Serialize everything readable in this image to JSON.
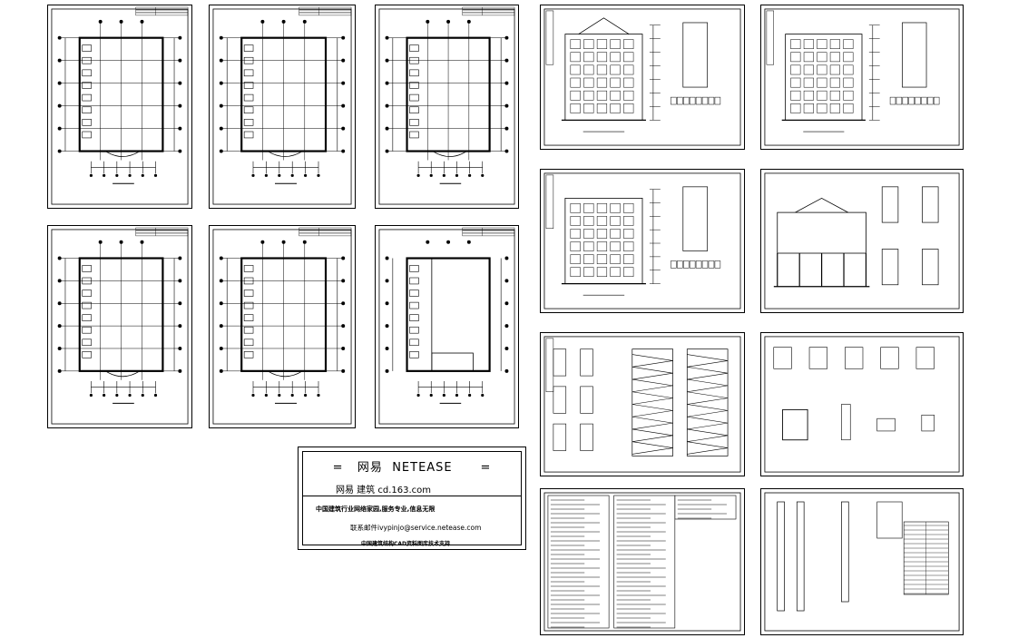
{
  "info_box": {
    "title": "=   网易  NETEASE      =",
    "site": "网易  建筑   cd.163.com",
    "line1": "中国建筑行业网络家园,服务专业,信息无限",
    "line2": "联系邮件ivypinjo@service.netease.com",
    "line3": "中国建筑结构CAD资料图库技术支持"
  },
  "sheets": [
    {
      "id": "s1",
      "type": "floor-plan"
    },
    {
      "id": "s2",
      "type": "floor-plan"
    },
    {
      "id": "s3",
      "type": "floor-plan"
    },
    {
      "id": "s4",
      "type": "floor-plan"
    },
    {
      "id": "s5",
      "type": "floor-plan"
    },
    {
      "id": "s6",
      "type": "roof-plan"
    },
    {
      "id": "s7",
      "type": "front-elevation"
    },
    {
      "id": "s8",
      "type": "side-elevation"
    },
    {
      "id": "s9",
      "type": "stair-details"
    },
    {
      "id": "s10",
      "type": "notes-table"
    },
    {
      "id": "s11",
      "type": "rear-elevation"
    },
    {
      "id": "s12",
      "type": "section"
    },
    {
      "id": "s13",
      "type": "wall-details"
    },
    {
      "id": "s14",
      "type": "window-schedule"
    }
  ],
  "colors": {
    "line": "#000000",
    "background": "#ffffff"
  }
}
